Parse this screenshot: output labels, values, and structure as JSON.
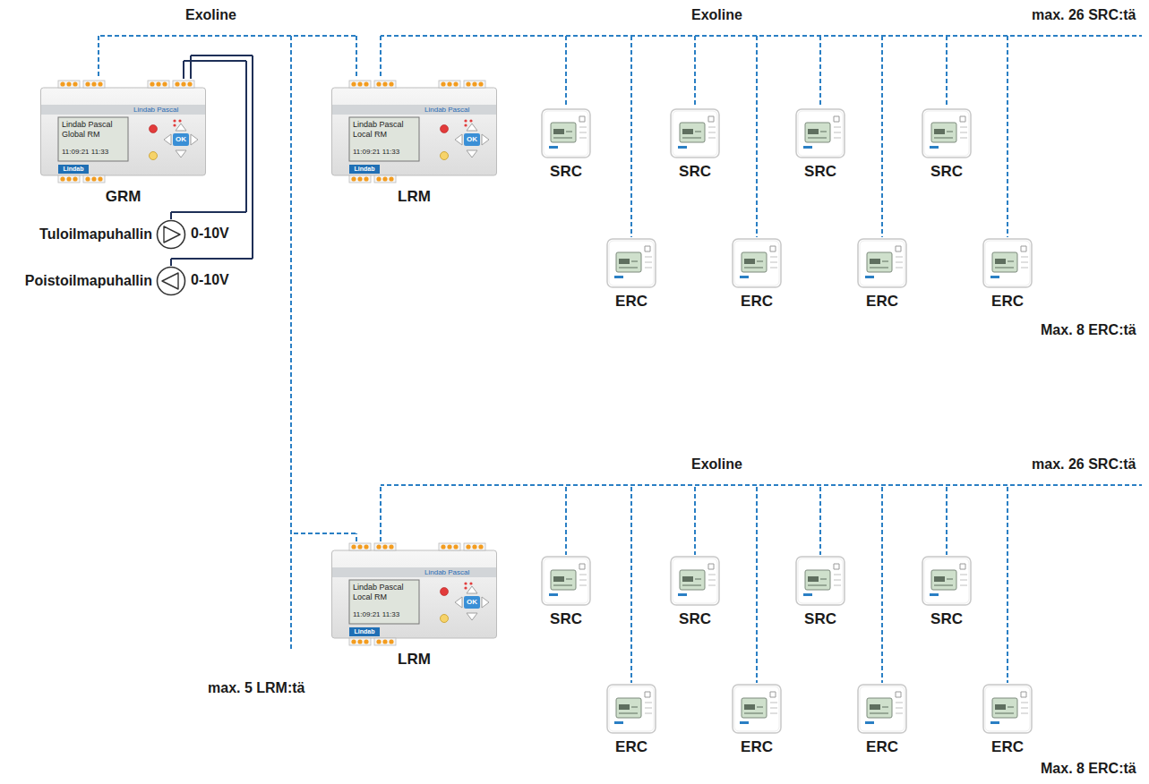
{
  "diagram": {
    "nodes": [
      {
        "text": [
          "Lindab Pascal",
          "Lindab Pascal Global RM",
          "11:09:21 11:33",
          "OK",
          "Lindab",
          "GRM"
        ]
      },
      {
        "text": [
          "Tuloilmapuhallin"
        ]
      },
      {
        "text": [
          "Poistoilmapuhallin"
        ]
      },
      {
        "text": [
          "Lindab Pascal",
          "Lindab Pascal Local RM",
          "11:09:21 11:33",
          "OK",
          "Lindab",
          "LRM"
        ]
      },
      {
        "text": [
          "SRC"
        ]
      },
      {
        "text": [
          "SRC"
        ]
      },
      {
        "text": [
          "SRC"
        ]
      },
      {
        "text": [
          "SRC"
        ]
      },
      {
        "text": [
          "ERC"
        ]
      },
      {
        "text": [
          "ERC"
        ]
      },
      {
        "text": [
          "ERC"
        ]
      },
      {
        "text": [
          "ERC"
        ]
      },
      {
        "text": [
          "Lindab Pascal",
          "Lindab Pascal Local RM",
          "11:09:21 11:33",
          "OK",
          "Lindab",
          "LRM"
        ]
      },
      {
        "text": [
          "SRC"
        ]
      },
      {
        "text": [
          "SRC"
        ]
      },
      {
        "text": [
          "SRC"
        ]
      },
      {
        "text": [
          "SRC"
        ]
      },
      {
        "text": [
          "ERC"
        ]
      },
      {
        "text": [
          "ERC"
        ]
      },
      {
        "text": [
          "ERC"
        ]
      },
      {
        "text": [
          "ERC"
        ]
      }
    ],
    "edges": [
      {
        "from": 0,
        "to": 1,
        "label": "0-10V",
        "arrow": "none"
      },
      {
        "from": 0,
        "to": 2,
        "label": "0-10V",
        "arrow": "none"
      },
      {
        "from": 0,
        "to": 3,
        "arrow": "none"
      },
      {
        "from": 0,
        "to": 12,
        "arrow": "none"
      },
      {
        "from": 3,
        "to": 4,
        "arrow": "none"
      },
      {
        "from": 3,
        "to": 5,
        "arrow": "none"
      },
      {
        "from": 3,
        "to": 6,
        "arrow": "none"
      },
      {
        "from": 3,
        "to": 7,
        "arrow": "none"
      },
      {
        "from": 3,
        "to": 8,
        "arrow": "none"
      },
      {
        "from": 3,
        "to": 9,
        "arrow": "none"
      },
      {
        "from": 3,
        "to": 10,
        "arrow": "none"
      },
      {
        "from": 3,
        "to": 11,
        "arrow": "none"
      },
      {
        "from": 12,
        "to": 13,
        "arrow": "none"
      },
      {
        "from": 12,
        "to": 14,
        "arrow": "none"
      },
      {
        "from": 12,
        "to": 15,
        "arrow": "none"
      },
      {
        "from": 12,
        "to": 16,
        "arrow": "none"
      },
      {
        "from": 12,
        "to": 17,
        "arrow": "none"
      },
      {
        "from": 12,
        "to": 18,
        "arrow": "none"
      },
      {
        "from": 12,
        "to": 19,
        "arrow": "none"
      },
      {
        "from": 12,
        "to": 20,
        "arrow": "none"
      }
    ],
    "labels": [
      "Exoline",
      "Exoline",
      "max. 26 SRC:tä",
      "Max. 8 ERC:tä",
      "Exoline",
      "max. 26 SRC:tä",
      "Max. 8 ERC:tä",
      "max. 5 LRM:tä"
    ]
  }
}
